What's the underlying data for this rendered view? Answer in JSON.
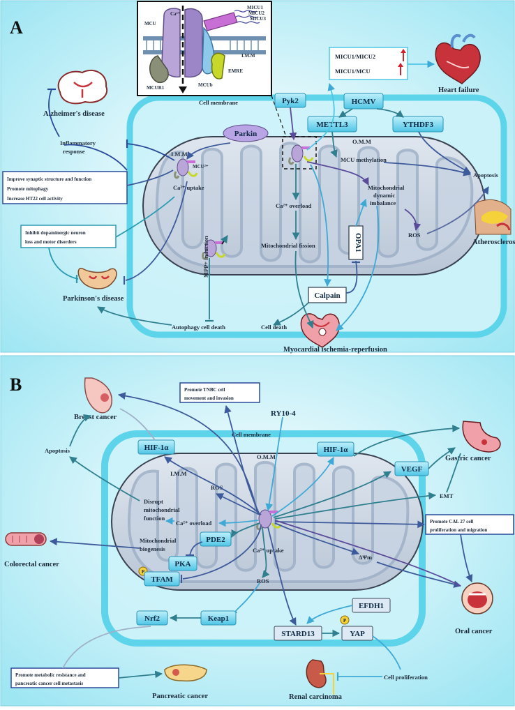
{
  "panel_a": {
    "letter": "A",
    "cell_membrane": "Cell membrane",
    "inset": {
      "ca": "Ca²⁺",
      "mcu": "MCU",
      "micu1": "MICU1",
      "micu2": "MICU2",
      "micu3": "MICU3",
      "imm": "I.M.M",
      "emre": "EMRE",
      "mcur1": "MCUR1",
      "mcub": "MCUb"
    },
    "micu_box": {
      "line1": "MICU1/MICU2",
      "line2": "MICU1/MCU"
    },
    "heart_failure": "Heart failure",
    "pyk2": "Pyk2",
    "hcmv": "HCMV",
    "mettl3": "METTL3",
    "ythdf3": "YTHDF3",
    "parkin": "Parkin",
    "imm": "I.M.M",
    "omm": "O.M.M",
    "mcu_small": "MCU²⁺",
    "ca_uptake": "Ca²⁺ uptake",
    "mcu_methylation": "MCU methylation",
    "apoptosis": "Apoptosis",
    "mito_dynamic": [
      "Mitochondrial",
      "dynamic",
      "imbalance"
    ],
    "ca_overload": "Ca²⁺ overload",
    "ros": "ROS",
    "atherosclerosis": "Atherosclerosis",
    "mito_fission": "Mitochondrial fission",
    "opa1": "OPA1",
    "calpain": "Calpain",
    "mpp": "MPP+ induction",
    "alzheimers": "Alzheimer's disease",
    "inflammatory": [
      "Inflammatory",
      "response"
    ],
    "synaptic_box": [
      "Improve synaptic structure and function",
      "Promote mitophagy",
      "Increase HT22 cell activity"
    ],
    "dopaminergic_box": [
      "Inhibit dopaminergic neuron",
      "loss and motor disorders"
    ],
    "parkinsons": "Parkinson's disease",
    "autophagy": "Autophagy cell death",
    "cell_death": "Cell death",
    "myocardial": "Myocardial ischemia-reperfusion"
  },
  "panel_b": {
    "letter": "B",
    "breast_cancer": "Breast cancer",
    "tnbc_box": [
      "Promote TNBC cell",
      "movement and invasion"
    ],
    "ry": "RY10-4",
    "cell_membrane": "Cell membrane",
    "apoptosis": "Apoptosis",
    "hif_left": "HIF-1α",
    "hif_right": "HIF-1α",
    "imm": "I.M.M",
    "omm": "O.M.M",
    "ros_top": "ROS",
    "vegf": "VEGF",
    "gastric": "Gastric cancer",
    "emt": "EMT",
    "disrupt": [
      "Disrupt",
      "mitochondrial",
      "function"
    ],
    "ca_overload": "Ca²⁺ overload",
    "cal27_box": [
      "Promote CAL 27 cell",
      "proliferation and migration"
    ],
    "pde2": "PDE2",
    "mito_bio": [
      "Mitochondrial",
      "biogenesis"
    ],
    "colorectal": "Colorectal cancer",
    "ca_uptake": "Ca²⁺ uptake",
    "pka": "PKA",
    "dpsi": "ΔΨm",
    "p": "P",
    "tfam": "TFAM",
    "ros_mid": "ROS",
    "oral": "Oral cancer",
    "efdh1": "EFDH1",
    "nrf2": "Nrf2",
    "keap1": "Keap1",
    "stard13": "STARD13",
    "yap": "YAP",
    "pancreatic_box": [
      "Promote metabolic resistance and",
      "pancreatic cancer cell metastasis"
    ],
    "pancreatic": "Pancreatic cancer",
    "renal": "Renal carcinoma",
    "cell_prolif": "Cell proliferation"
  }
}
